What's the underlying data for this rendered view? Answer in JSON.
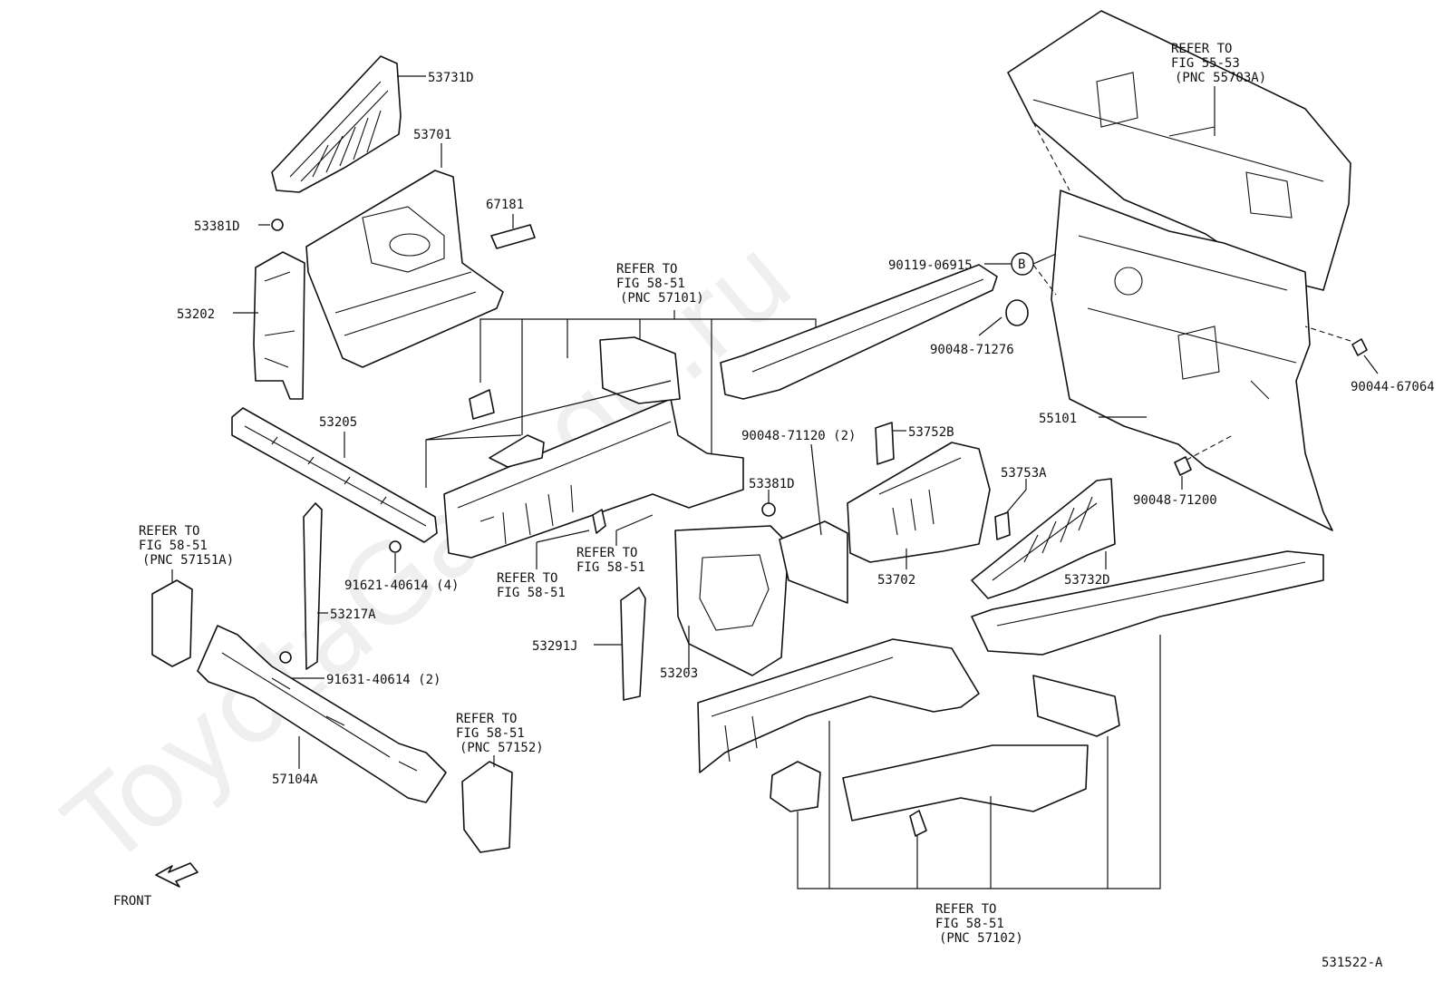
{
  "watermark": "ToyotaGarage.ru",
  "figure_code": "531522-A",
  "front_label": "FRONT",
  "parts": {
    "p53731D": "53731D",
    "p53701": "53701",
    "p53381D_top": "53381D",
    "p67181": "67181",
    "p53202": "53202",
    "p53205": "53205",
    "p91621": "91621-40614 (4)",
    "p53217A": "53217A",
    "p91631": "91631-40614 (2)",
    "p57104A": "57104A",
    "p53291J": "53291J",
    "p53203": "53203",
    "p53381D_mid": "53381D",
    "p90048_71120": "90048-71120 (2)",
    "p53752B": "53752B",
    "p53753A": "53753A",
    "p53702": "53702",
    "p53732D": "53732D",
    "p90119": "90119-06915",
    "p90048_71276": "90048-71276",
    "p55101": "55101",
    "p90044": "90044-67064",
    "p90048_71200": "90048-71200",
    "circle_b": "B"
  },
  "refs": {
    "r1": [
      "REFER TO",
      "FIG 58-51",
      "(PNC 57101)"
    ],
    "r2": [
      "REFER TO",
      "FIG 58-51"
    ],
    "r3": [
      "REFER TO",
      "FIG 58-51"
    ],
    "r4": [
      "REFER TO",
      "FIG 58-51",
      "(PNC 57151A)"
    ],
    "r5": [
      "REFER TO",
      "FIG 58-51",
      "(PNC 57152)"
    ],
    "r6": [
      "REFER TO",
      "FIG 55-53",
      "(PNC 55703A)"
    ],
    "r7": [
      "REFER TO",
      "FIG 58-51",
      "(PNC 57102)"
    ]
  }
}
